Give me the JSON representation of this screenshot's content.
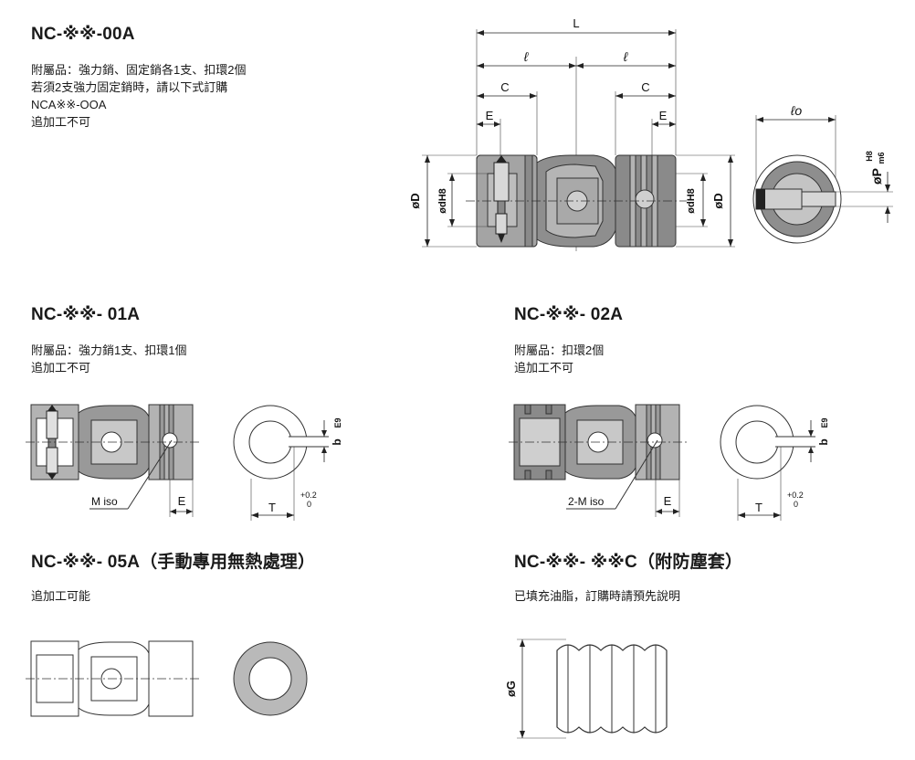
{
  "sec00": {
    "title": "NC-※※-00A",
    "lines": [
      "附屬品：強力銷、固定銷各1支、扣環2個",
      "若須2支強力固定銷時，請以下式訂購",
      "NCA※※-OOA",
      "追加工不可"
    ]
  },
  "sec01": {
    "title": "NC-※※- 01A",
    "lines": [
      "附屬品：強力銷1支、扣環1個",
      "追加工不可"
    ]
  },
  "sec02": {
    "title": "NC-※※- 02A",
    "lines": [
      "附屬品：扣環2個",
      "追加工不可"
    ]
  },
  "sec05": {
    "title": "NC-※※- 05A（手動專用無熱處理）",
    "lines": [
      "追加工可能"
    ]
  },
  "secC": {
    "title": "NC-※※- ※※C（附防塵套）",
    "lines": [
      "已填充油脂，訂購時請預先說明"
    ]
  },
  "dims": {
    "L": "L",
    "l1": "ℓ",
    "l2": "ℓ",
    "C1": "C",
    "C2": "C",
    "E1": "E",
    "E2": "E",
    "lo": "ℓo",
    "D1": "øD",
    "D2": "øD",
    "d1": "ødH8",
    "d2": "ødH8",
    "P": "øP",
    "P_sup": "H8",
    "P_sub": "m6",
    "b": "b",
    "E9": "E9",
    "T": "T",
    "tol_up": "+0.2",
    "tol_low": "0",
    "Miso": "M iso",
    "M2iso": "2-M iso",
    "E": "E",
    "G": "øG"
  },
  "colors": {
    "part_dark": "#8a8a8a",
    "part_light": "#b3b3b3",
    "hole": "#cfcfcf"
  }
}
